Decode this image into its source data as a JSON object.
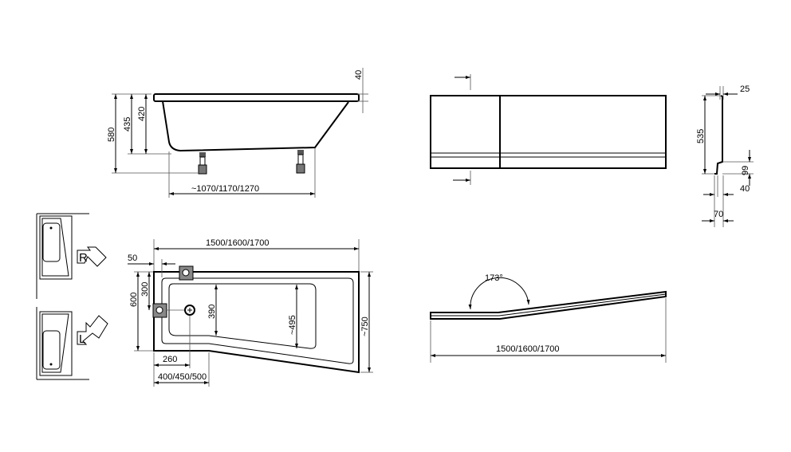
{
  "side_view": {
    "dim_total_height": "580",
    "dim_inner_height": "435",
    "dim_depth": "420",
    "dim_rim": "40",
    "dim_length": "~1070/1170/1270"
  },
  "front_panel": {},
  "panel_profile": {
    "dim_thickness": "25",
    "dim_height": "535",
    "dim_step_height": "99",
    "dim_step_depth": "40",
    "dim_base": "70"
  },
  "orientation": {
    "right_label": "R",
    "left_label": "L"
  },
  "plan_view": {
    "dim_length": "1500/1600/1700",
    "dim_offset": "50",
    "dim_width_narrow": "600",
    "dim_drain_pos": "300",
    "dim_basin_width": "390",
    "dim_basin_end": "~495",
    "dim_width_wide": "~750",
    "dim_drain_x": "260",
    "dim_narrow_length": "400/450/500"
  },
  "panel_top_view": {
    "angle": "173°",
    "dim_length": "1500/1600/1700"
  }
}
